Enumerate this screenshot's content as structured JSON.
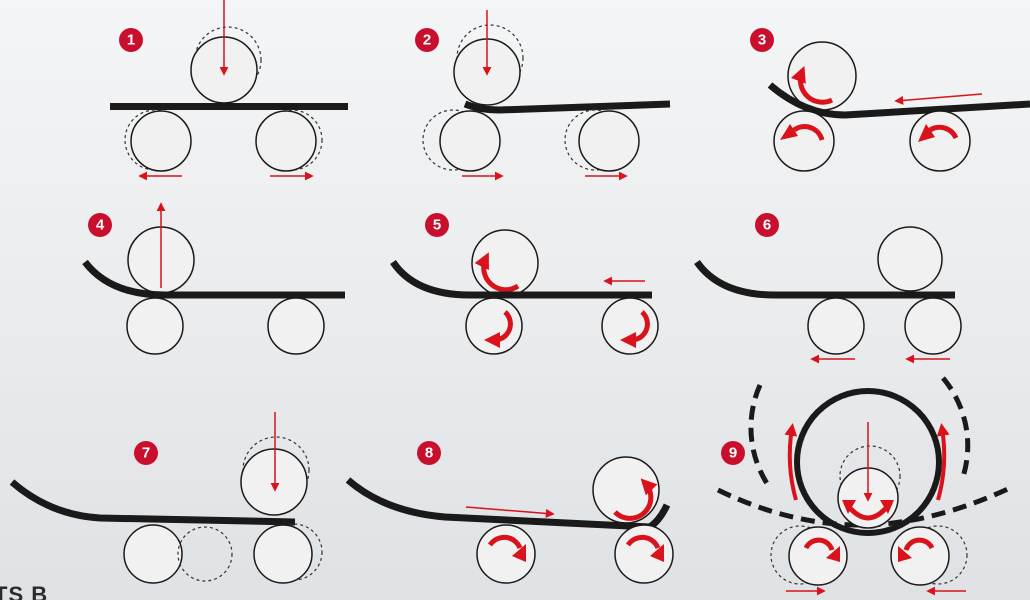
{
  "diagram": {
    "steps": [
      {
        "number": "1"
      },
      {
        "number": "2"
      },
      {
        "number": "3"
      },
      {
        "number": "4"
      },
      {
        "number": "5"
      },
      {
        "number": "6"
      },
      {
        "number": "7"
      },
      {
        "number": "8"
      },
      {
        "number": "9"
      }
    ]
  },
  "corner_text": "TS B",
  "colors": {
    "accent": "#d9121b",
    "plate": "#1a1a1a",
    "roller_fill": "#f1f1f1",
    "roller_stroke": "#1a1a1a"
  }
}
